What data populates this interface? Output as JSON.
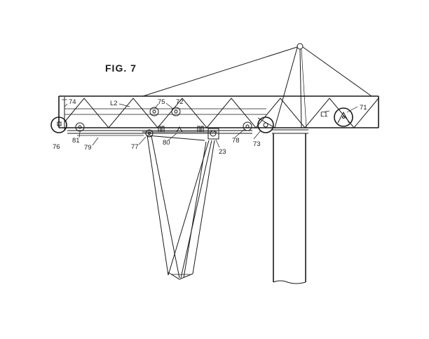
{
  "figure": {
    "title": "FIG. 7"
  },
  "labels": {
    "l71": "71",
    "l72": "72",
    "l73": "73",
    "l74": "74",
    "l75": "75",
    "l76": "76",
    "l77": "77",
    "l78": "78",
    "l79": "79",
    "l80": "80",
    "l81": "81",
    "l23": "23",
    "lL1": "L1",
    "lL2": "L2"
  },
  "colors": {
    "ink": "#1a1a1a",
    "paper": "#ffffff"
  }
}
